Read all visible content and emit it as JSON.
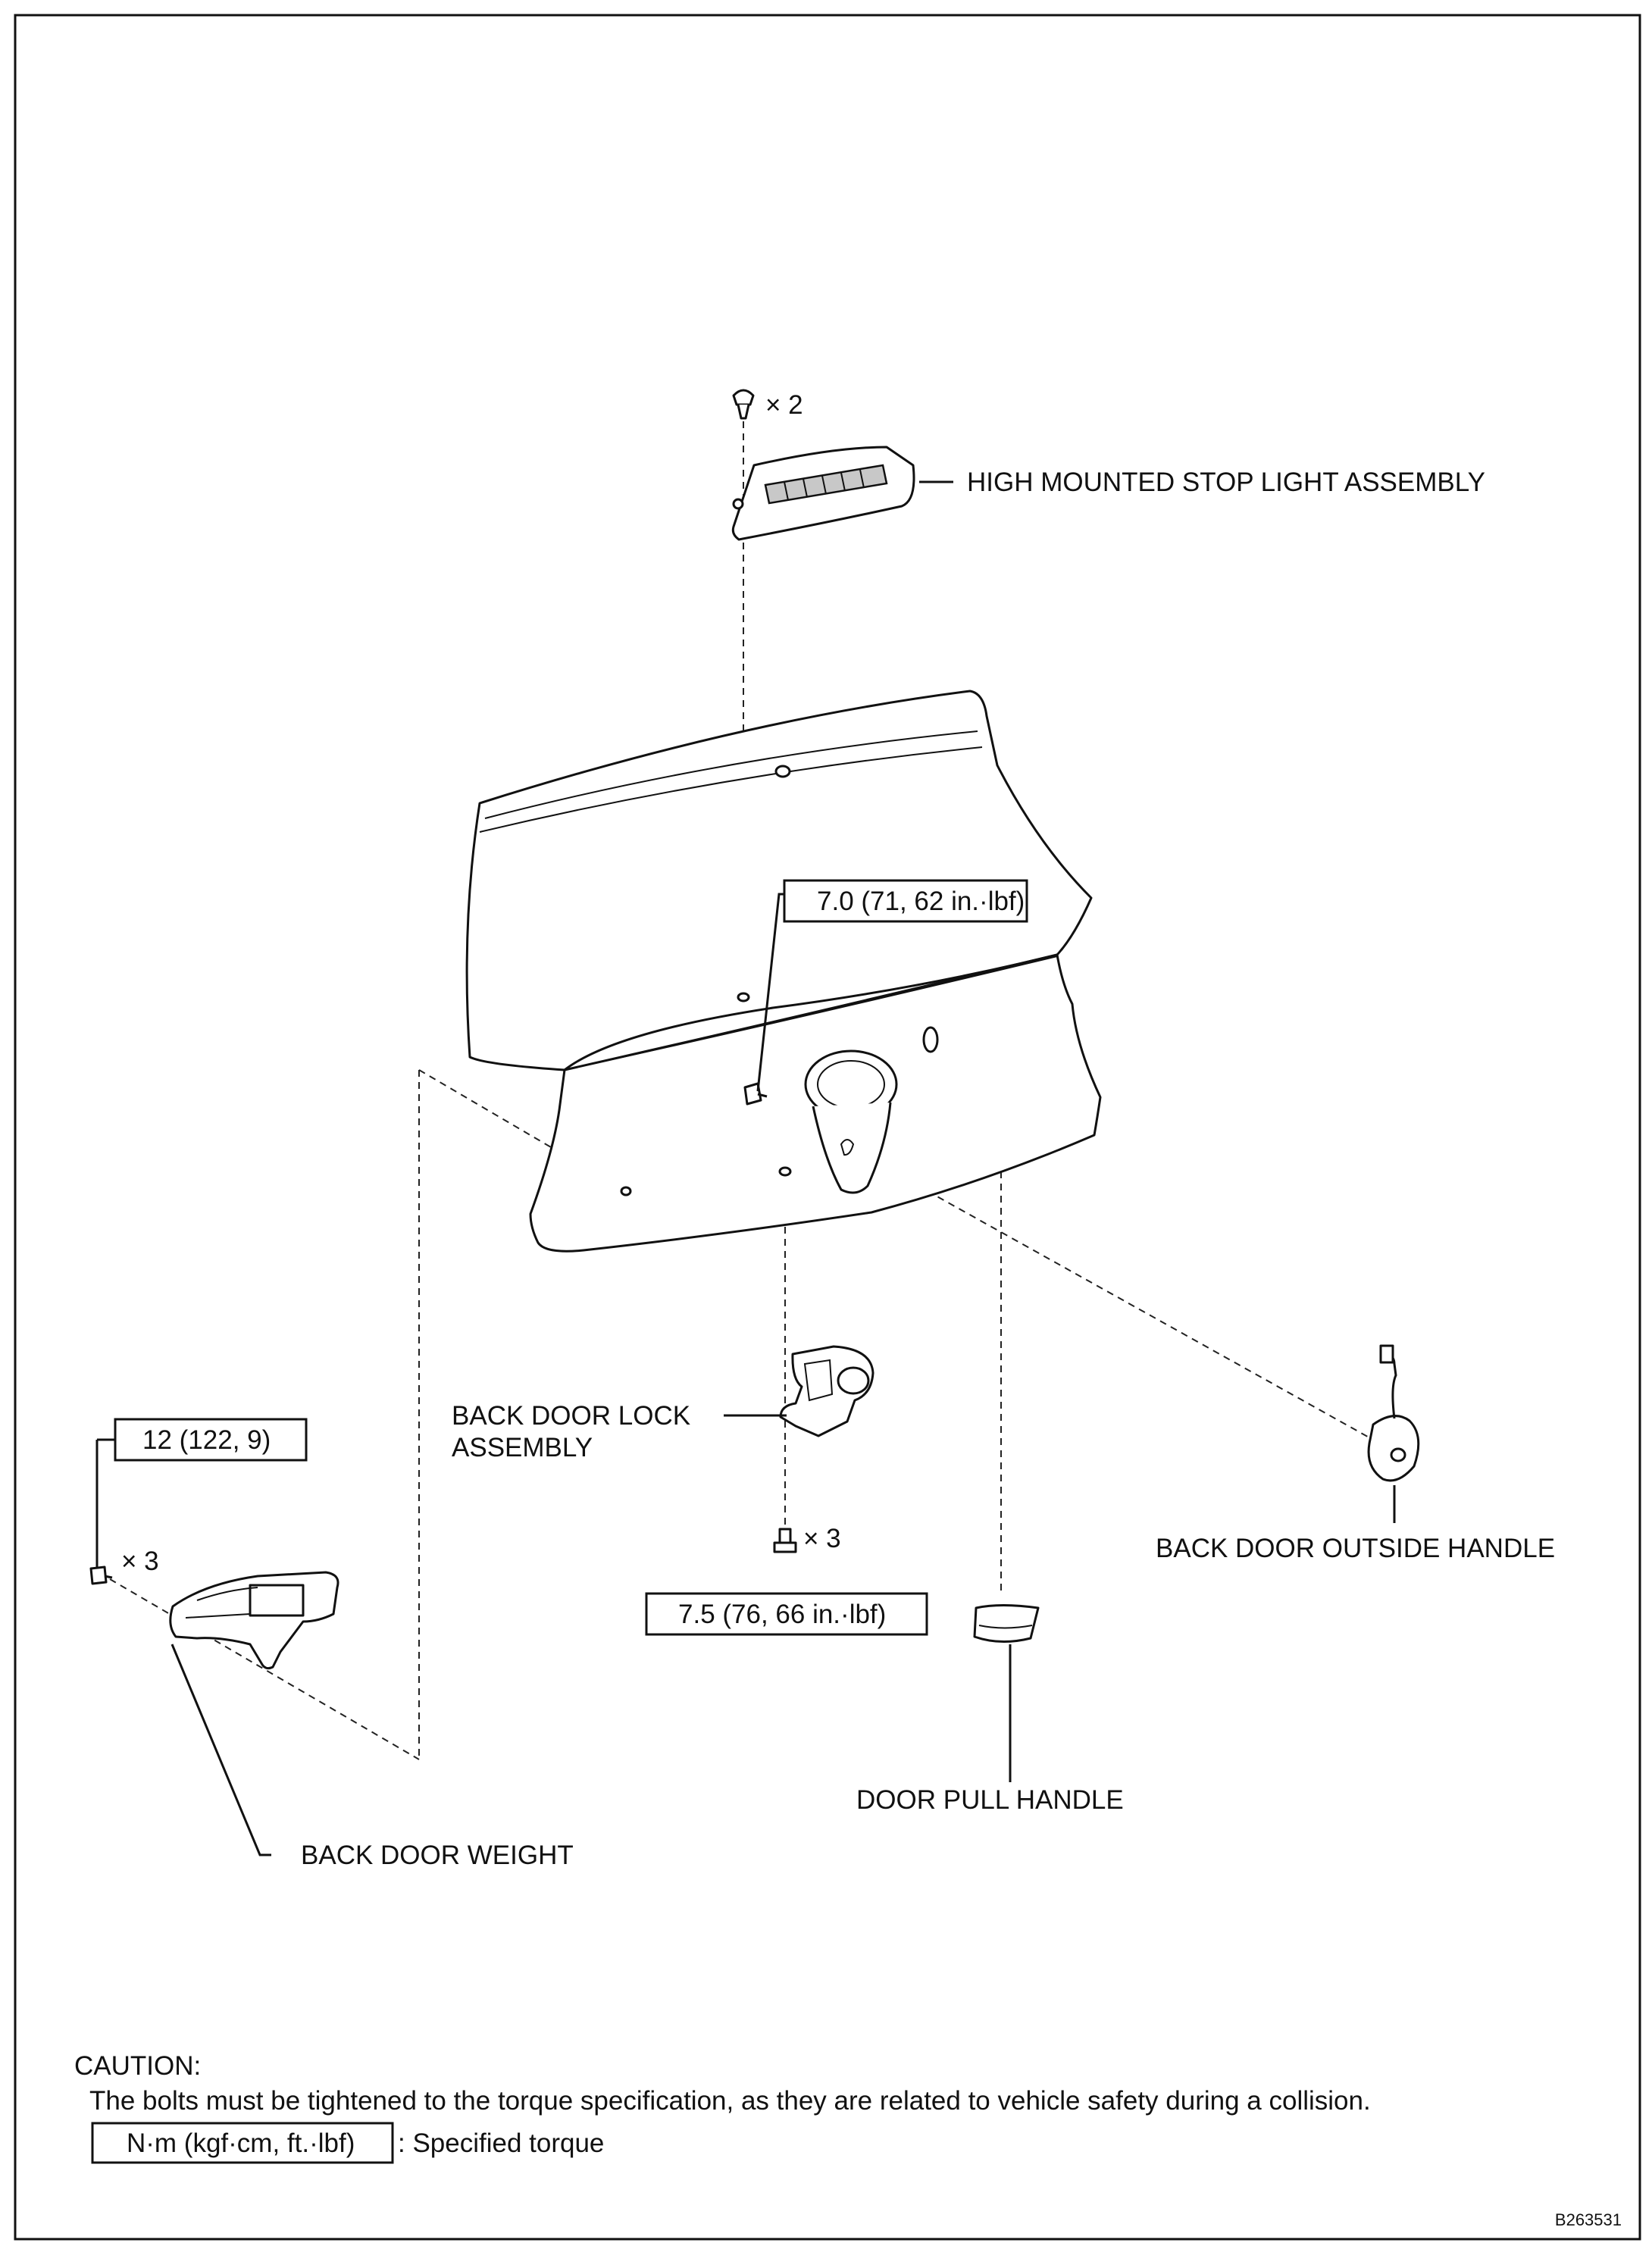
{
  "labels": {
    "high_mounted_stop_light": "HIGH MOUNTED STOP LIGHT ASSEMBLY",
    "back_door_lock_line1": "BACK DOOR LOCK",
    "back_door_lock_line2": "ASSEMBLY",
    "back_door_outside_handle": "BACK DOOR OUTSIDE HANDLE",
    "door_pull_handle": "DOOR PULL HANDLE",
    "back_door_weight": "BACK DOOR WEIGHT"
  },
  "quantities": {
    "stop_light_clips": "× 2",
    "lock_screws": "× 3",
    "weight_bolts": "× 3"
  },
  "torques": {
    "outside_handle_nut": "7.0 (71, 62 in.·lbf)",
    "lock_screws": "7.5 (76, 66 in.·lbf)",
    "weight_bolts": "12 (122, 9)"
  },
  "caution": {
    "title": "CAUTION:",
    "text": "The bolts must be tightened to the torque specification, as they are related to vehicle safety during a collision."
  },
  "legend": {
    "unit_box": "N·m (kgf·cm, ft.·lbf)",
    "description": ": Specified torque"
  },
  "figure_id": "B263531"
}
